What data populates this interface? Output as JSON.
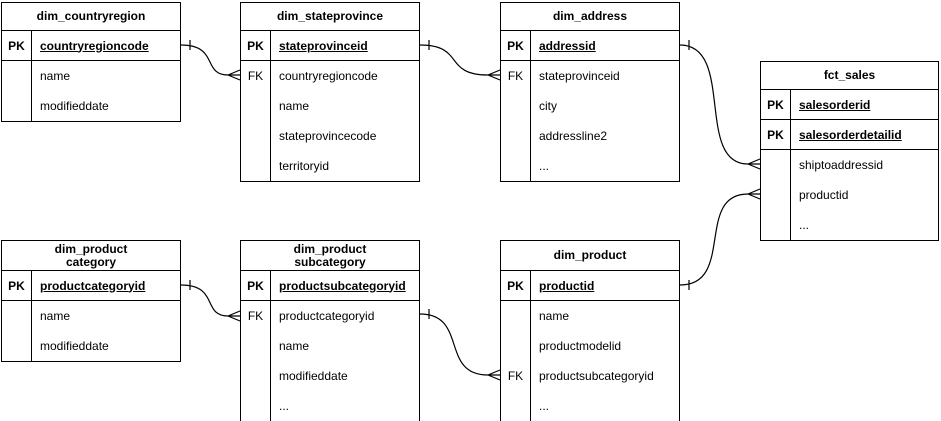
{
  "diagram": {
    "tables": [
      {
        "title": "dim_countryregion",
        "rows": [
          {
            "key": "PK",
            "name": "countryregioncode"
          },
          {
            "key": "",
            "name": "name"
          },
          {
            "key": "",
            "name": "modifieddate"
          }
        ]
      },
      {
        "title": "dim_stateprovince",
        "rows": [
          {
            "key": "PK",
            "name": "stateprovinceid"
          },
          {
            "key": "FK",
            "name": "countryregioncode"
          },
          {
            "key": "",
            "name": "name"
          },
          {
            "key": "",
            "name": "stateprovincecode"
          },
          {
            "key": "",
            "name": "territoryid"
          }
        ]
      },
      {
        "title": "dim_address",
        "rows": [
          {
            "key": "PK",
            "name": "addressid"
          },
          {
            "key": "FK",
            "name": "stateprovinceid"
          },
          {
            "key": "",
            "name": "city"
          },
          {
            "key": "",
            "name": "addressline2"
          },
          {
            "key": "",
            "name": "..."
          }
        ]
      },
      {
        "title": "fct_sales",
        "rows": [
          {
            "key": "PK",
            "name": "salesorderid"
          },
          {
            "key": "PK",
            "name": "salesorderdetailid"
          },
          {
            "key": "",
            "name": "shiptoaddressid"
          },
          {
            "key": "",
            "name": "productid"
          },
          {
            "key": "",
            "name": "..."
          }
        ]
      },
      {
        "title": "dim_product\ncategory",
        "rows": [
          {
            "key": "PK",
            "name": "productcategoryid"
          },
          {
            "key": "",
            "name": "name"
          },
          {
            "key": "",
            "name": "modifieddate"
          }
        ]
      },
      {
        "title": "dim_product\nsubcategory",
        "rows": [
          {
            "key": "PK",
            "name": "productsubcategoryid"
          },
          {
            "key": "FK",
            "name": "productcategoryid"
          },
          {
            "key": "",
            "name": "name"
          },
          {
            "key": "",
            "name": "modifieddate"
          },
          {
            "key": "",
            "name": "..."
          }
        ]
      },
      {
        "title": "dim_product",
        "rows": [
          {
            "key": "PK",
            "name": "productid"
          },
          {
            "key": "",
            "name": "name"
          },
          {
            "key": "",
            "name": "productmodelid"
          },
          {
            "key": "FK",
            "name": "productsubcategoryid"
          },
          {
            "key": "",
            "name": "..."
          }
        ]
      }
    ],
    "relations": [
      {
        "from": "dim_countryregion",
        "to": "dim_stateprovince",
        "type": "one-to-many"
      },
      {
        "from": "dim_stateprovince",
        "to": "dim_address",
        "type": "one-to-many"
      },
      {
        "from": "dim_address",
        "to": "fct_sales",
        "type": "one-to-many"
      },
      {
        "from": "dim_product",
        "to": "fct_sales",
        "type": "one-to-many"
      },
      {
        "from": "dim_product category",
        "to": "dim_product subcategory",
        "type": "one-to-many"
      },
      {
        "from": "dim_product subcategory",
        "to": "dim_product",
        "type": "one-to-many"
      }
    ],
    "colors": {
      "line": "#000000",
      "background": "#ffffff",
      "text": "#000000"
    }
  }
}
